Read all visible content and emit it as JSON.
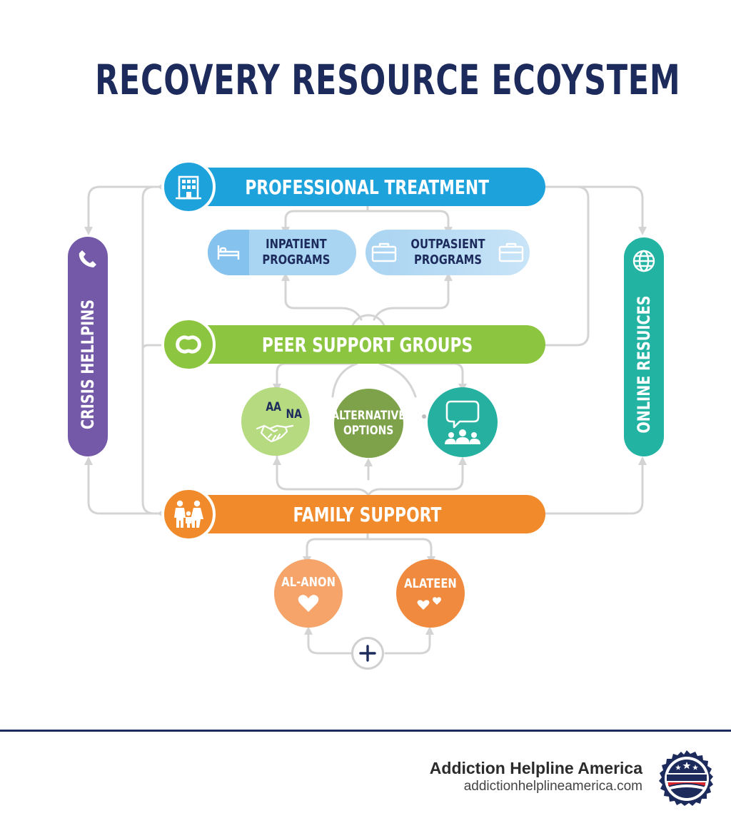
{
  "title": "RECOVERY RESOURCE ECOYSTEM",
  "colors": {
    "navy": "#1c2a5c",
    "blue": "#1ea2dc",
    "light_blue": "#a9d4f2",
    "green": "#8cc53f",
    "dark_green": "#7ea24a",
    "teal": "#25b0a0",
    "orange": "#f08a2a",
    "light_orange": "#f6a46a",
    "purple": "#7359a8",
    "sea": "#22b3a3",
    "connector": "#d4d4d4"
  },
  "nodes": {
    "professional_treatment": {
      "label": "PROFESSIONAL TREATMENT",
      "icon": "building-icon"
    },
    "inpatient": {
      "line1": "INPATIENT",
      "line2": "PROGRAMS",
      "icon": "bed-icon"
    },
    "outpatient": {
      "line1": "OUTPASIENT",
      "line2": "PROGRAMS",
      "icon": "briefcase-icon"
    },
    "peer_support": {
      "label": "PEER SUPPORT GROUPS",
      "icon": "linked-rings-icon"
    },
    "aa_na": {
      "aa": "AA",
      "na": "NA",
      "icon": "handshake-icon"
    },
    "alternative": {
      "line1": "ALTERNATIVE",
      "line2": "OPTIONS"
    },
    "online_community": {
      "icon": "chat-group-icon"
    },
    "family_support": {
      "label": "FAMILY SUPPORT",
      "icon": "family-icon"
    },
    "al_anon": {
      "label": "AL-ANON",
      "icon": "heart-icon"
    },
    "alateen": {
      "label": "ALATEEN",
      "icon": "two-hearts-icon"
    },
    "plus": {
      "icon": "plus-icon"
    },
    "crisis": {
      "label": "CRISIS HELLPINS",
      "icon": "phone-icon"
    },
    "online": {
      "label": "ONLINE RESUICES",
      "icon": "globe-icon"
    }
  },
  "brand": {
    "name": "Addiction Helpline America",
    "url": "addictionhelplineamerica.com",
    "logo": "addiction-helpline-america-seal"
  }
}
